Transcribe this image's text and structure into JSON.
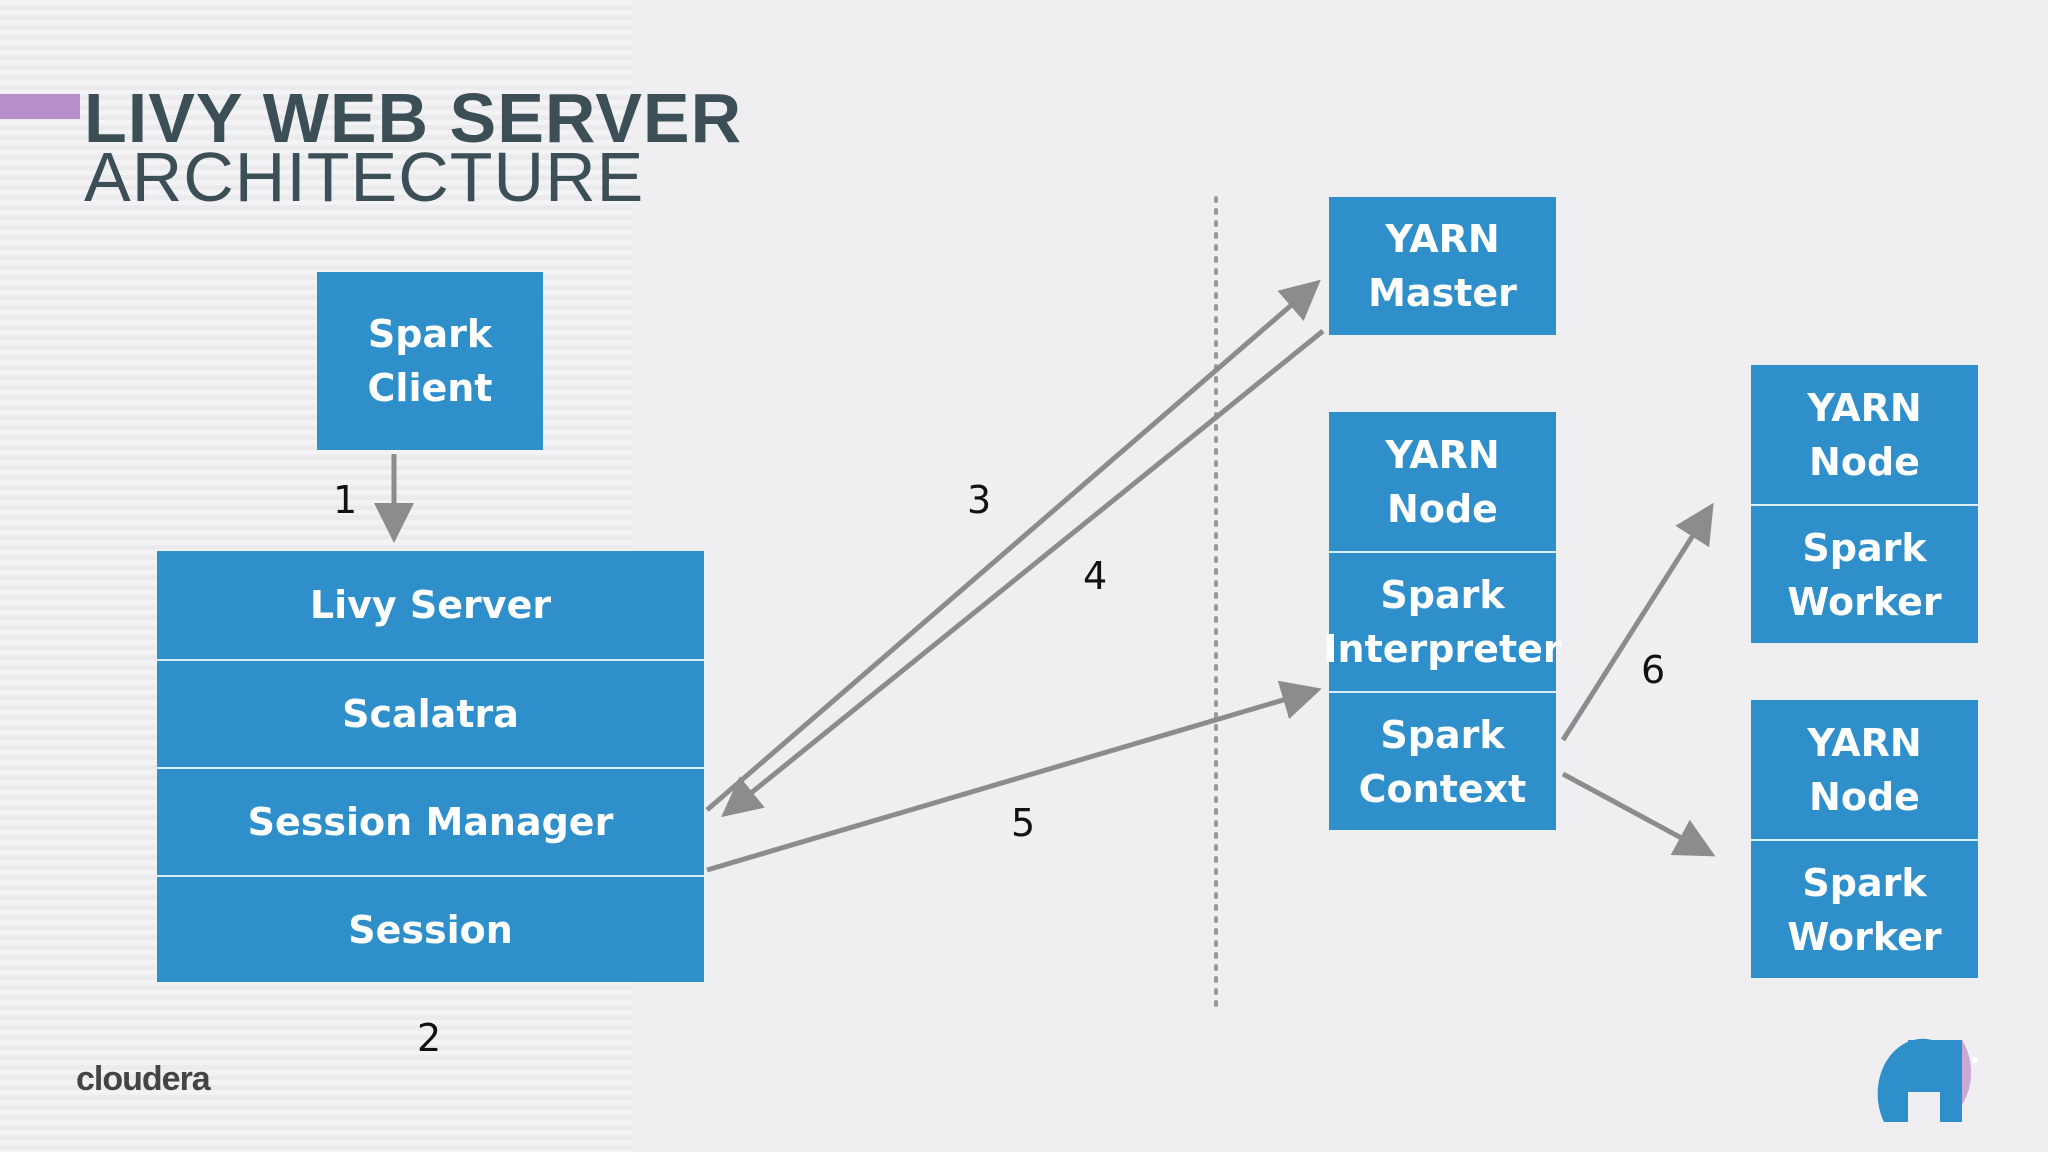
{
  "title": {
    "line1": "LIVY WEB SERVER",
    "line2": "ARCHITECTURE"
  },
  "client": {
    "label": "Spark Client"
  },
  "livy_stack": [
    "Livy Server",
    "Scalatra",
    "Session Manager",
    "Session"
  ],
  "yarn_master": {
    "label": "YARN\nMaster"
  },
  "yarn_node_main": [
    "YARN\nNode",
    "Spark\nInterpreter",
    "Spark\nContext"
  ],
  "worker_top": [
    "YARN\nNode",
    "Spark\nWorker"
  ],
  "worker_bottom": [
    "YARN\nNode",
    "Spark\nWorker"
  ],
  "steps": [
    "1",
    "2",
    "3",
    "4",
    "5",
    "6"
  ],
  "logo": {
    "text": "cloudera",
    "icon": "hadoop-summit-icon"
  },
  "colors": {
    "box": "#2f8fcb",
    "arrow": "#8c8c8c",
    "title": "#3d4f56",
    "accent": "#b68fc8"
  }
}
